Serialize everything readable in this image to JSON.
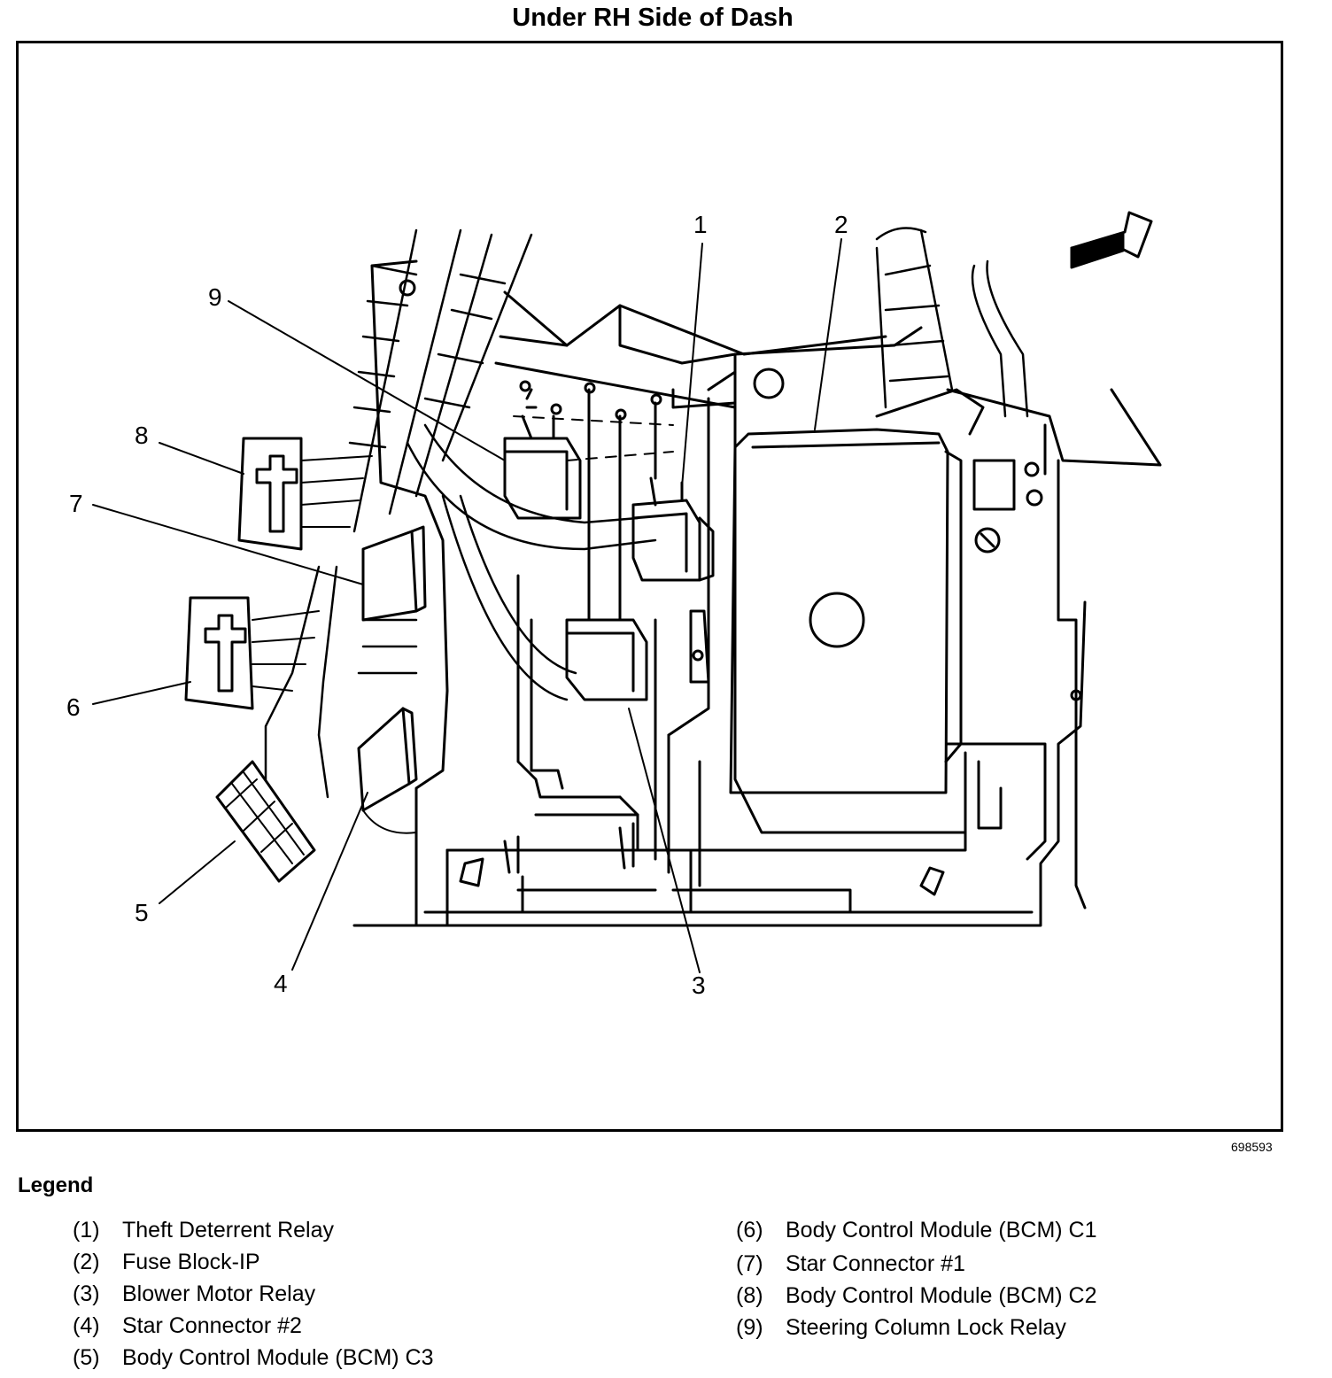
{
  "title": "Under RH Side of Dash",
  "figure_id": "698593",
  "callouts": [
    "1",
    "2",
    "3",
    "4",
    "5",
    "6",
    "7",
    "8",
    "9"
  ],
  "legend": {
    "title": "Legend",
    "items": [
      {
        "num": "(1)",
        "label": "Theft Deterrent Relay"
      },
      {
        "num": "(2)",
        "label": "Fuse Block-IP"
      },
      {
        "num": "(3)",
        "label": "Blower Motor Relay"
      },
      {
        "num": "(4)",
        "label": "Star Connector #2"
      },
      {
        "num": "(5)",
        "label": "Body Control Module (BCM) C3"
      },
      {
        "num": "(6)",
        "label": "Body Control Module (BCM) C1"
      },
      {
        "num": "(7)",
        "label": "Star Connector #1"
      },
      {
        "num": "(8)",
        "label": "Body Control Module (BCM) C2"
      },
      {
        "num": "(9)",
        "label": "Steering Column Lock Relay"
      }
    ]
  }
}
